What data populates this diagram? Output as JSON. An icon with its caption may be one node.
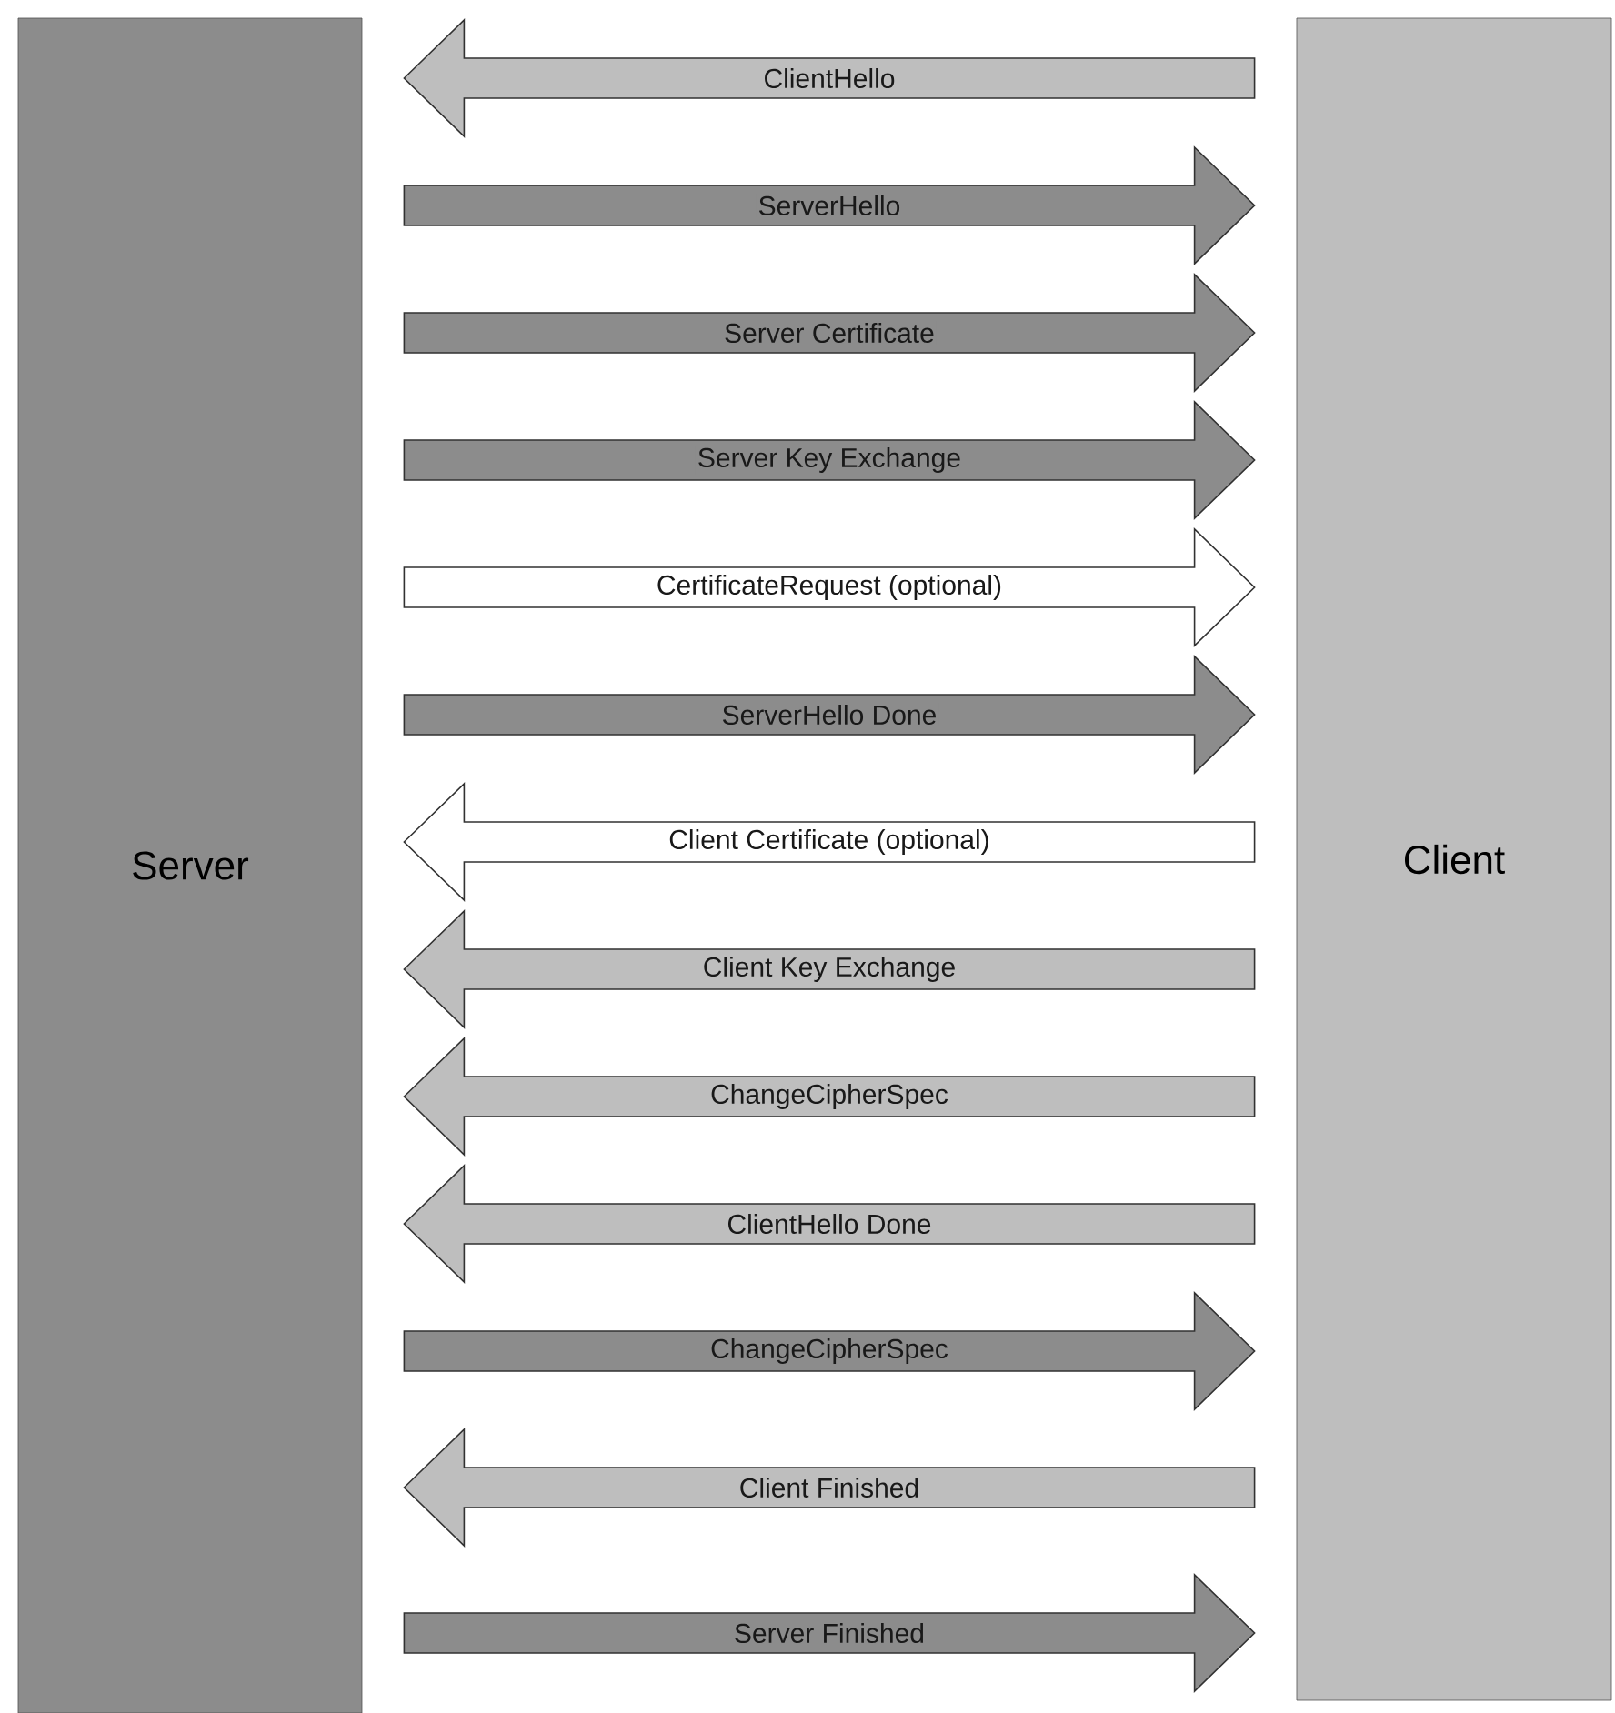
{
  "diagram": {
    "nodes": [
      {
        "text": [
          "Server"
        ]
      },
      {
        "text": [
          "Client"
        ]
      }
    ],
    "edges": [
      {
        "from": 1,
        "to": 0,
        "arrow": "to",
        "label": "ClientHello",
        "color": "#bebebe"
      },
      {
        "from": 0,
        "to": 1,
        "arrow": "to",
        "label": "ServerHello",
        "color": "#8c8c8c"
      },
      {
        "from": 0,
        "to": 1,
        "arrow": "to",
        "label": "Server Certificate",
        "color": "#8c8c8c"
      },
      {
        "from": 0,
        "to": 1,
        "arrow": "to",
        "label": "Server Key Exchange",
        "color": "#8c8c8c"
      },
      {
        "from": 0,
        "to": 1,
        "arrow": "to",
        "label": "CertificateRequest (optional)",
        "color": "#ffffff"
      },
      {
        "from": 0,
        "to": 1,
        "arrow": "to",
        "label": "ServerHello Done",
        "color": "#8c8c8c"
      },
      {
        "from": 1,
        "to": 0,
        "arrow": "to",
        "label": "Client Certificate (optional)",
        "color": "#ffffff"
      },
      {
        "from": 1,
        "to": 0,
        "arrow": "to",
        "label": "Client Key Exchange",
        "color": "#bebebe"
      },
      {
        "from": 1,
        "to": 0,
        "arrow": "to",
        "label": "ChangeCipherSpec",
        "color": "#bebebe"
      },
      {
        "from": 1,
        "to": 0,
        "arrow": "to",
        "label": "ClientHello Done",
        "color": "#bebebe"
      },
      {
        "from": 0,
        "to": 1,
        "arrow": "to",
        "label": "ChangeCipherSpec",
        "color": "#8c8c8c"
      },
      {
        "from": 1,
        "to": 0,
        "arrow": "to",
        "label": "Client Finished",
        "color": "#bebebe"
      },
      {
        "from": 0,
        "to": 1,
        "arrow": "to",
        "label": "Server Finished",
        "color": "#8c8c8c"
      }
    ]
  }
}
